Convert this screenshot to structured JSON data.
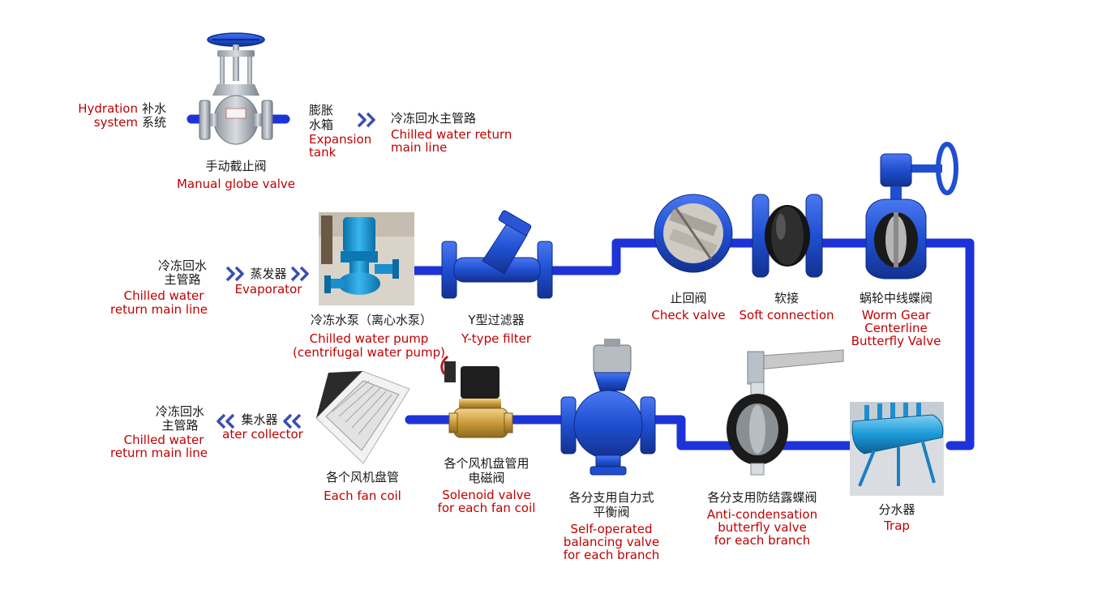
{
  "colors": {
    "pipe": "#1d33d8",
    "valve_body": "#1f4fd0",
    "zh_text": "#1a1a1a",
    "en_text": "#c00000",
    "arrow": "#3a4fb0"
  },
  "hydration": {
    "en_1": "Hydration",
    "en_2": "system",
    "zh_1": "补水",
    "zh_2": "系统"
  },
  "globe_valve": {
    "zh": "手动截止阀",
    "en": "Manual globe valve"
  },
  "expansion_tank": {
    "zh_1": "膨胀",
    "zh_2": "水箱",
    "en_1": "Expansion",
    "en_2": "tank"
  },
  "chilled_return_top": {
    "zh": "冷冻回水主管路",
    "en_1": "Chilled water return",
    "en_2": "main line"
  },
  "chilled_return_mid": {
    "zh_1": "冷冻回水",
    "zh_2": "主管路",
    "en_1": "Chilled water",
    "en_2": "return main line"
  },
  "evaporator": {
    "zh": "蒸发器",
    "en": "Evaporator"
  },
  "pump": {
    "zh": "冷冻水泵（离心水泵）",
    "en_1": "Chilled water pump",
    "en_2": "(centrifugal water pump)"
  },
  "y_filter": {
    "zh": "Y型过滤器",
    "en": "Y-type filter"
  },
  "check_valve": {
    "zh": "止回阀",
    "en": "Check valve"
  },
  "soft_connection": {
    "zh": "软接",
    "en": "Soft connection"
  },
  "worm_gear": {
    "zh": "蜗轮中线蝶阀",
    "en_1": "Worm Gear",
    "en_2": "Centerline",
    "en_3": "Butterfly Valve"
  },
  "chilled_return_bottom": {
    "zh_1": "冷冻回水",
    "zh_2": "主管路",
    "en_1": "Chilled water",
    "en_2": "return main line"
  },
  "collector": {
    "zh": "集水器",
    "en": "ater collector"
  },
  "fan_coil": {
    "zh": "各个风机盘管",
    "en": "Each fan coil"
  },
  "solenoid": {
    "zh_1": "各个风机盘管用",
    "zh_2": "电磁阀",
    "en_1": "Solenoid valve",
    "en_2": "for each fan coil"
  },
  "balancing": {
    "zh_1": "各分支用自力式",
    "zh_2": "平衡阀",
    "en_1": "Self-operated",
    "en_2": "balancing valve",
    "en_3": "for each branch"
  },
  "anti_condensation": {
    "zh": "各分支用防结露蝶阀",
    "en_1": "Anti-condensation",
    "en_2": "butterfly valve",
    "en_3": "for each branch"
  },
  "trap": {
    "zh": "分水器",
    "en": "Trap"
  }
}
